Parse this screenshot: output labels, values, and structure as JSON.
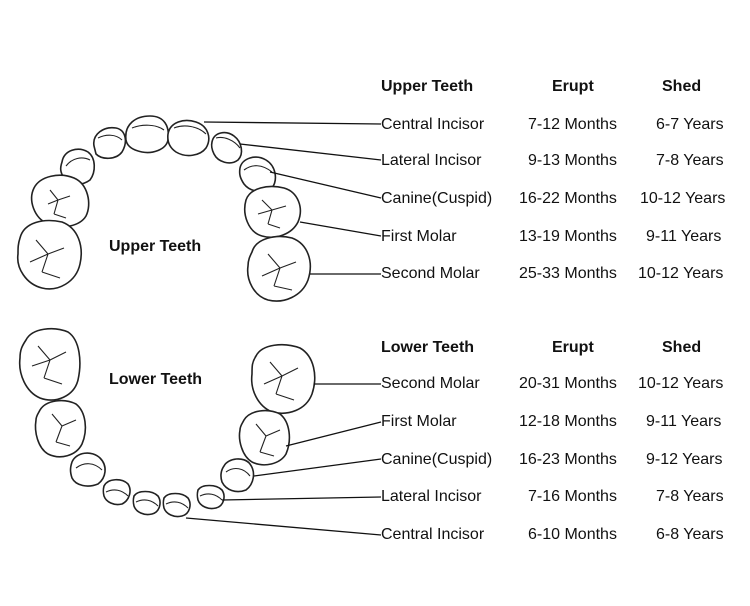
{
  "upper": {
    "jaw_label": "Upper Teeth",
    "headers": {
      "tooth": "Upper Teeth",
      "erupt": "Erupt",
      "shed": "Shed"
    },
    "rows": [
      {
        "tooth": "Central Incisor",
        "erupt": "7-12 Months",
        "shed": "6-7 Years"
      },
      {
        "tooth": "Lateral Incisor",
        "erupt": "9-13 Months",
        "shed": "7-8 Years"
      },
      {
        "tooth": "Canine(Cuspid)",
        "erupt": "16-22 Months",
        "shed": "10-12 Years"
      },
      {
        "tooth": "First Molar",
        "erupt": "13-19 Months",
        "shed": "9-11 Years"
      },
      {
        "tooth": "Second Molar",
        "erupt": "25-33 Months",
        "shed": "10-12 Years"
      }
    ]
  },
  "lower": {
    "jaw_label": "Lower Teeth",
    "headers": {
      "tooth": "Lower Teeth",
      "erupt": "Erupt",
      "shed": "Shed"
    },
    "rows": [
      {
        "tooth": "Second Molar",
        "erupt": "20-31 Months",
        "shed": "10-12 Years"
      },
      {
        "tooth": "First Molar",
        "erupt": "12-18 Months",
        "shed": "9-11 Years"
      },
      {
        "tooth": "Canine(Cuspid)",
        "erupt": "16-23 Months",
        "shed": "9-12 Years"
      },
      {
        "tooth": "Lateral Incisor",
        "erupt": "7-16 Months",
        "shed": "7-8 Years"
      },
      {
        "tooth": "Central Incisor",
        "erupt": "6-10 Months",
        "shed": "6-8 Years"
      }
    ]
  }
}
